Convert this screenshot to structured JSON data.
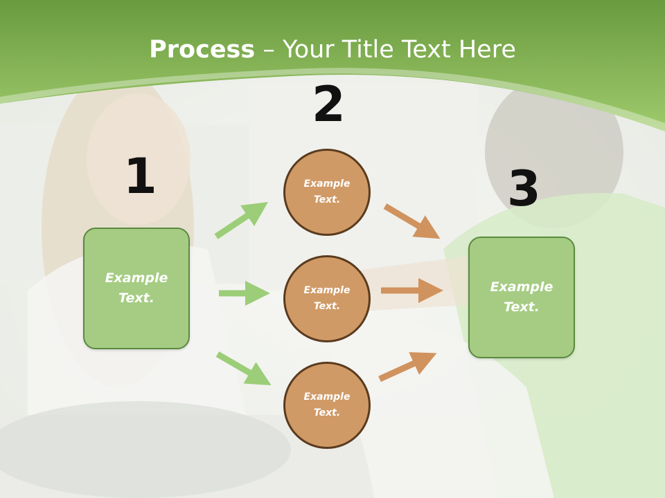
{
  "slide": {
    "title_strong": "Process",
    "title_rest": " – Your Title Text Here"
  },
  "steps": {
    "num1": "1",
    "num2": "2",
    "num3": "3"
  },
  "boxes": {
    "left": "Example Text.",
    "right": "Example Text."
  },
  "circles": [
    {
      "label": "Example Text."
    },
    {
      "label": "Example Text."
    },
    {
      "label": "Example Text."
    }
  ],
  "colors": {
    "header_green": "#8dbf5a",
    "box_fill": "#a5cc82",
    "circle_fill": "#d09a66",
    "arrow_green": "#9ccd78",
    "arrow_brown": "#d0935e"
  }
}
